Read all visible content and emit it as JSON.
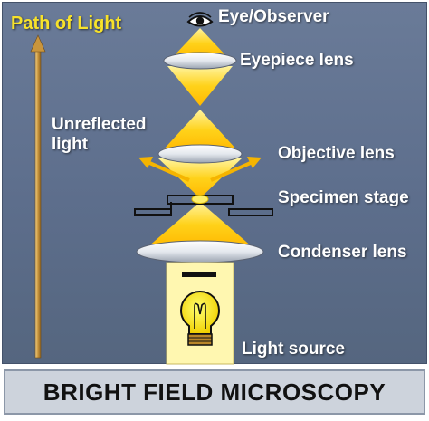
{
  "title": "Path of Light",
  "labels": {
    "eye": "Eye/Observer",
    "eyepiece": "Eyepiece lens",
    "unreflected_line1": "Unreflected",
    "unreflected_line2": "light",
    "objective": "Objective lens",
    "specimen": "Specimen stage",
    "condenser": "Condenser lens",
    "light_source": "Light source"
  },
  "footer": "BRIGHT FIELD MICROSCOPY",
  "colors": {
    "background": "#5f7090",
    "title": "#f7e22a",
    "light_beam": "#ffd21a",
    "arrows": "#f5b400",
    "lamp_box": "#fff7b0",
    "footer_bg": "#cdd3dc"
  },
  "icons": {
    "eye": "eye-icon",
    "bulb": "lightbulb-icon",
    "path_arrow": "up-arrow-icon"
  }
}
